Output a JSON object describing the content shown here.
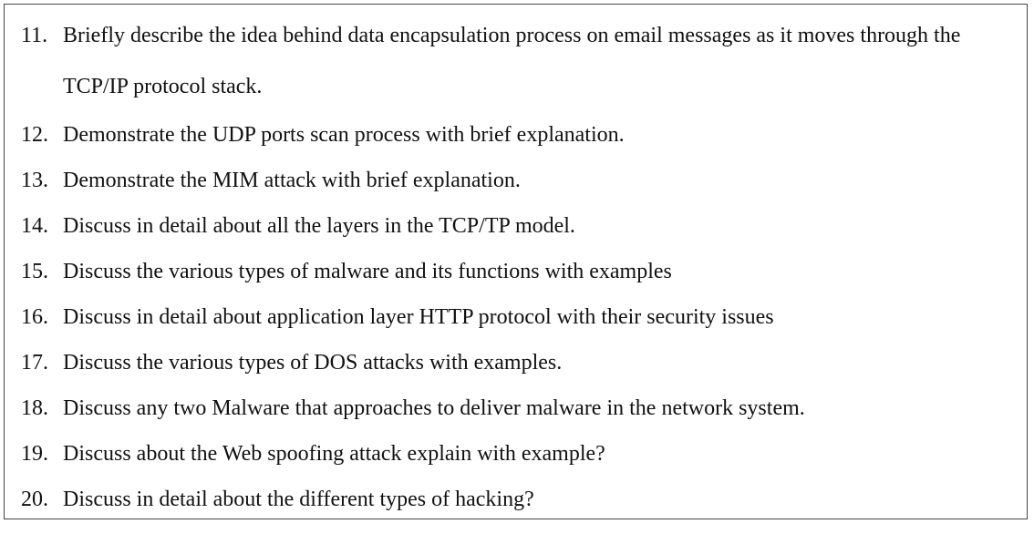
{
  "questions": [
    {
      "num": "11.",
      "text": "Briefly describe the idea behind data encapsulation process on email messages as it moves through the TCP/IP protocol stack."
    },
    {
      "num": "12.",
      "text": "Demonstrate the UDP ports scan process with brief explanation."
    },
    {
      "num": "13.",
      "text": "Demonstrate the MIM attack with brief explanation."
    },
    {
      "num": "14.",
      "text": "Discuss in detail about all the layers in the TCP/TP model."
    },
    {
      "num": "15.",
      "text": "Discuss the various types of malware and its functions with examples"
    },
    {
      "num": "16.",
      "text": "Discuss in detail about application layer HTTP protocol with their security issues"
    },
    {
      "num": "17.",
      "text": "Discuss the various types of DOS attacks with examples."
    },
    {
      "num": "18.",
      "text": "Discuss any two Malware that approaches to deliver malware in the network system."
    },
    {
      "num": "19.",
      "text": "Discuss about the Web spoofing attack explain with example?"
    },
    {
      "num": "20.",
      "text": "Discuss in detail about the different types of hacking?"
    }
  ]
}
